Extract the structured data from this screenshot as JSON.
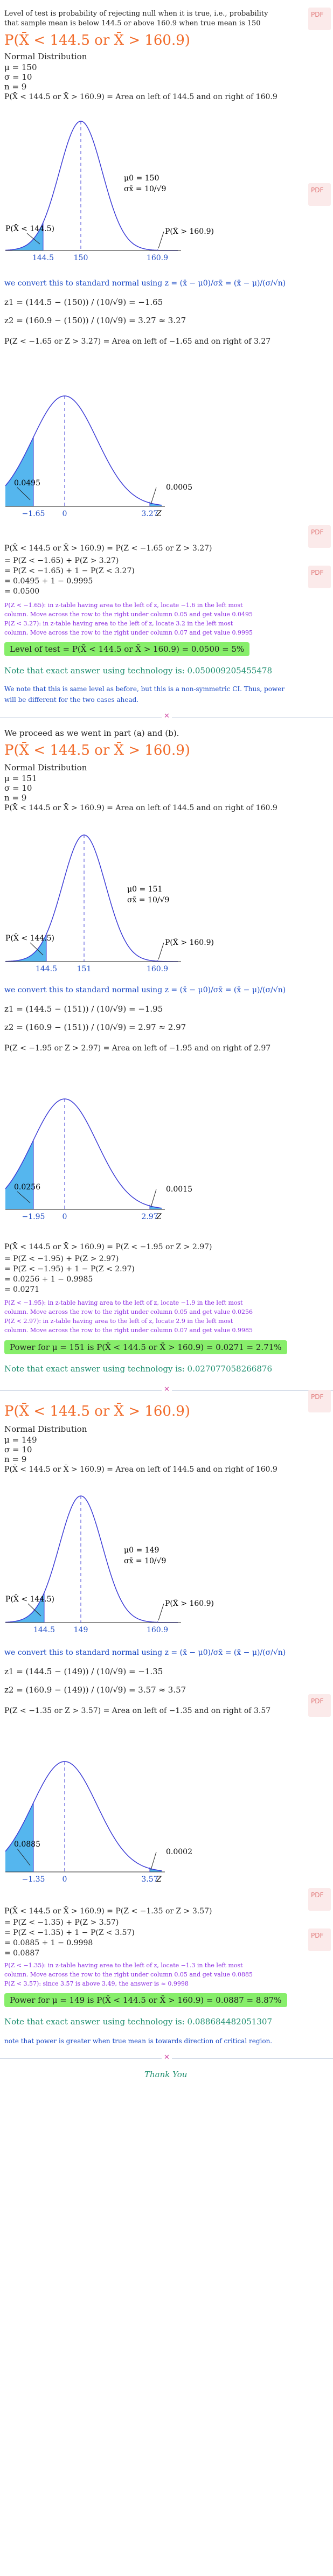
{
  "intro": {
    "line1": "Level of test is probability of rejecting null when it is true, i.e., probability",
    "line2": "that sample mean is below 144.5 or above 160.9 when true mean is 150"
  },
  "part_a": {
    "heading": "P(X̄ < 144.5 or X̄ > 160.9)",
    "dist_title": "Normal Distribution",
    "mu": "μ = 150",
    "sigma": "σ = 10",
    "n": "n = 9",
    "area_stmt": "P(X̄ < 144.5 or X̄ > 160.9) = Area on left of 144.5 and on right of 160.9",
    "curve": {
      "mu_label": "μ0 = 150",
      "sd_label": "σx̄ = 10/√9",
      "left_label": "P(X̄ < 144.5)",
      "right_label": "P(X̄ > 160.9)",
      "left_tick": "144.5",
      "center_tick": "150",
      "right_tick": "160.9"
    },
    "convert": "we convert this to standard normal using z = (x̄ − μ0)/σx̄ = (x̄ − μ)/(σ/√n)",
    "z1": "z1 = (144.5 − (150)) / (10/√9) = −1.65",
    "z2": "z2 = (160.9 − (150)) / (10/√9) = 3.27 ≈ 3.27",
    "z_area": "P(Z < −1.65 or Z > 3.27) = Area on left of −1.65 and on right of 3.27",
    "zcurve": {
      "left_area": "0.0495",
      "right_area": "0.0005",
      "left_tick": "−1.65",
      "center_tick": "0",
      "right_tick": "3.27",
      "axis": "Z"
    },
    "calc": [
      "P(X̄ < 144.5 or X̄ > 160.9) = P(Z < −1.65 or Z > 3.27)",
      "= P(Z < −1.65) + P(Z > 3.27)",
      "= P(Z < −1.65) + 1 − P(Z < 3.27)",
      "= 0.0495 + 1 − 0.9995",
      "= 0.0500"
    ],
    "notes": [
      "P(Z < −1.65): in z-table having area to the left of z, locate −1.6 in the left most",
      "column. Move across the row to the right under column 0.05 and get value 0.0495",
      "P(Z < 3.27): in z-table having area to the left of z, locate 3.2 in the left most",
      "column. Move across the row to the right under column 0.07 and get value 0.9995"
    ],
    "result": "Level of test = P(X̄ < 144.5 or X̄ > 160.9) = 0.0500 = 5%",
    "tech_note": "Note that exact answer using technology is: 0.050009205455478",
    "asym_note1": "We note that this is same level as before, but this is a non-symmetric CI. Thus, power",
    "asym_note2": "will be different for the two cases ahead."
  },
  "part_b": {
    "intro": "We proceed as we went in part (a) and (b).",
    "heading": "P(X̄ < 144.5 or X̄ > 160.9)",
    "dist_title": "Normal Distribution",
    "mu": "μ = 151",
    "sigma": "σ = 10",
    "n": "n = 9",
    "area_stmt": "P(X̄ < 144.5 or X̄ > 160.9) = Area on left of 144.5 and on right of 160.9",
    "curve": {
      "mu_label": "μ0 = 151",
      "sd_label": "σx̄ = 10/√9",
      "left_label": "P(X̄ < 144.5)",
      "right_label": "P(X̄ > 160.9)",
      "left_tick": "144.5",
      "center_tick": "151",
      "right_tick": "160.9"
    },
    "convert": "we convert this to standard normal using z = (x̄ − μ0)/σx̄ = (x̄ − μ)/(σ/√n)",
    "z1": "z1 = (144.5 − (151)) / (10/√9) = −1.95",
    "z2": "z2 = (160.9 − (151)) / (10/√9) = 2.97 ≈ 2.97",
    "z_area": "P(Z < −1.95 or Z > 2.97) = Area on left of −1.95 and on right of 2.97",
    "zcurve": {
      "left_area": "0.0256",
      "right_area": "0.0015",
      "left_tick": "−1.95",
      "center_tick": "0",
      "right_tick": "2.97",
      "axis": "Z"
    },
    "calc": [
      "P(X̄ < 144.5 or X̄ > 160.9) = P(Z < −1.95 or Z > 2.97)",
      "= P(Z < −1.95) + P(Z > 2.97)",
      "= P(Z < −1.95) + 1 − P(Z < 2.97)",
      "= 0.0256 + 1 − 0.9985",
      "= 0.0271"
    ],
    "notes": [
      "P(Z < −1.95): in z-table having area to the left of z, locate −1.9 in the left most",
      "column. Move across the row to the right under column 0.05 and get value 0.0256",
      "P(Z < 2.97): in z-table having area to the left of z, locate 2.9 in the left most",
      "column. Move across the row to the right under column 0.07 and get value 0.9985"
    ],
    "result": "Power for μ = 151 is P(X̄ < 144.5 or X̄ > 160.9) = 0.0271 = 2.71%",
    "tech_note": "Note that exact answer using technology is: 0.027077058266876"
  },
  "part_c": {
    "heading": "P(X̄ < 144.5 or X̄ > 160.9)",
    "dist_title": "Normal Distribution",
    "mu": "μ = 149",
    "sigma": "σ = 10",
    "n": "n = 9",
    "area_stmt": "P(X̄ < 144.5 or X̄ > 160.9) = Area on left of 144.5 and on right of 160.9",
    "curve": {
      "mu_label": "μ0 = 149",
      "sd_label": "σx̄ = 10/√9",
      "left_label": "P(X̄ < 144.5)",
      "right_label": "P(X̄ > 160.9)",
      "left_tick": "144.5",
      "center_tick": "149",
      "right_tick": "160.9"
    },
    "convert": "we convert this to standard normal using z = (x̄ − μ0)/σx̄ = (x̄ − μ)/(σ/√n)",
    "z1": "z1 = (144.5 − (149)) / (10/√9) = −1.35",
    "z2": "z2 = (160.9 − (149)) / (10/√9) = 3.57 ≈ 3.57",
    "z_area": "P(Z < −1.35 or Z > 3.57) = Area on left of −1.35 and on right of 3.57",
    "zcurve": {
      "left_area": "0.0885",
      "right_area": "0.0002",
      "left_tick": "−1.35",
      "center_tick": "0",
      "right_tick": "3.57",
      "axis": "Z"
    },
    "calc": [
      "P(X̄ < 144.5 or X̄ > 160.9) = P(Z < −1.35 or Z > 3.57)",
      "= P(Z < −1.35) + P(Z > 3.57)",
      "= P(Z < −1.35) + 1 − P(Z < 3.57)",
      "= 0.0885 + 1 − 0.9998",
      "= 0.0887"
    ],
    "notes": [
      "P(Z < −1.35): in z-table having area to the left of z, locate −1.3 in the left most",
      "column. Move across the row to the right under column 0.05 and get value 0.0885",
      "P(Z < 3.57): since 3.57 is above 3.49, the answer is ≈ 0.9998"
    ],
    "result": "Power for μ = 149 is P(X̄ < 144.5 or X̄ > 160.9) = 0.0887 = 8.87%",
    "tech_note": "Note that exact answer using technology is: 0.088684482051307",
    "power_note": "note that power is greater when true mean is towards direction of critical region."
  },
  "divider_symbol": "✕",
  "thank_you": "Thank You",
  "colors": {
    "curve": "#3b3bd6",
    "shade": "#55b6ee",
    "result_bg": "#87ee6a",
    "heading": "#f26b2a",
    "convert": "#1a48c4",
    "notes": "#8a2be2",
    "tech": "#1f8f6f"
  }
}
